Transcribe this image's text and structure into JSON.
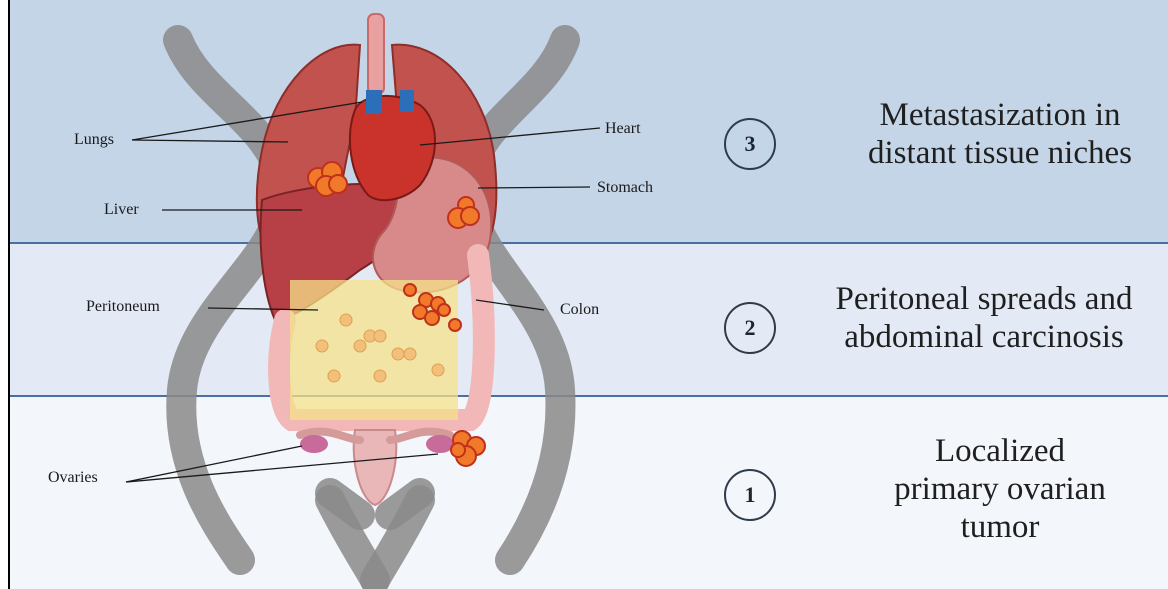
{
  "organ_labels": {
    "lungs": "Lungs",
    "heart": "Heart",
    "liver": "Liver",
    "stomach": "Stomach",
    "peritoneum": "Peritoneum",
    "colon": "Colon",
    "ovaries": "Ovaries"
  },
  "stages": [
    {
      "number": "3",
      "lines": [
        "Metastasization in",
        "distant tissue niches"
      ]
    },
    {
      "number": "2",
      "lines": [
        "Peritoneal spreads and",
        "abdominal carcinosis"
      ]
    },
    {
      "number": "1",
      "lines": [
        "Localized",
        "primary ovarian",
        "tumor"
      ]
    }
  ],
  "colors": {
    "band_distant": "#c5d5e8",
    "band_peritoneal": "#e3eaf5",
    "band_localized": "#f3f6fb",
    "band_divider": "#4a6fa0",
    "body_outline": "#7a7a7a",
    "tumor_fill": "#f07a2a",
    "tumor_stroke": "#c0301a"
  }
}
